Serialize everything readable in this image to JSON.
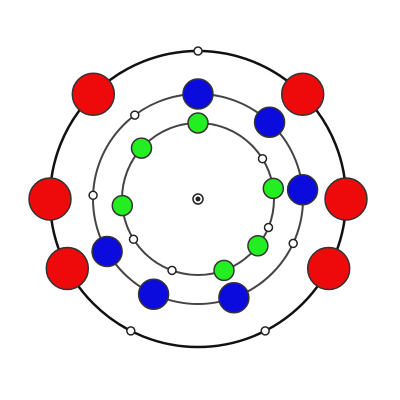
{
  "diagram": {
    "type": "concentric-orbit-diagram",
    "center": {
      "kind": "nucleus-dot"
    },
    "orbits": [
      {
        "name": "inner-orbit",
        "stroke": "#444444",
        "particles": [
          {
            "color": "#22ee22",
            "angle_deg": 90
          },
          {
            "color": "#22ee22",
            "angle_deg": 138
          },
          {
            "color": "#22ee22",
            "angle_deg": 185
          },
          {
            "color": "#22ee22",
            "angle_deg": 8
          },
          {
            "color": "#22ee22",
            "angle_deg": 322
          },
          {
            "color": "#22ee22",
            "angle_deg": 290
          }
        ],
        "markers": [
          {
            "angle_deg": 32
          },
          {
            "angle_deg": 212
          },
          {
            "angle_deg": 250
          },
          {
            "angle_deg": 338
          }
        ]
      },
      {
        "name": "middle-orbit",
        "stroke": "#444444",
        "particles": [
          {
            "color": "#0b0bdd",
            "angle_deg": 90
          },
          {
            "color": "#0b0bdd",
            "angle_deg": 47
          },
          {
            "color": "#0b0bdd",
            "angle_deg": 5
          },
          {
            "color": "#0b0bdd",
            "angle_deg": 210
          },
          {
            "color": "#0b0bdd",
            "angle_deg": 245
          },
          {
            "color": "#0b0bdd",
            "angle_deg": 290
          }
        ],
        "markers": [
          {
            "angle_deg": 127
          },
          {
            "angle_deg": 178
          },
          {
            "angle_deg": 335
          }
        ]
      },
      {
        "name": "outer-orbit",
        "stroke": "#111111",
        "particles": [
          {
            "color": "#ee0a0a",
            "angle_deg": 135
          },
          {
            "color": "#ee0a0a",
            "angle_deg": 45
          },
          {
            "color": "#ee0a0a",
            "angle_deg": 180
          },
          {
            "color": "#ee0a0a",
            "angle_deg": 0
          },
          {
            "color": "#ee0a0a",
            "angle_deg": 208
          },
          {
            "color": "#ee0a0a",
            "angle_deg": 332
          }
        ],
        "markers": [
          {
            "angle_deg": 90
          },
          {
            "angle_deg": 243
          },
          {
            "angle_deg": 297
          }
        ]
      }
    ]
  }
}
